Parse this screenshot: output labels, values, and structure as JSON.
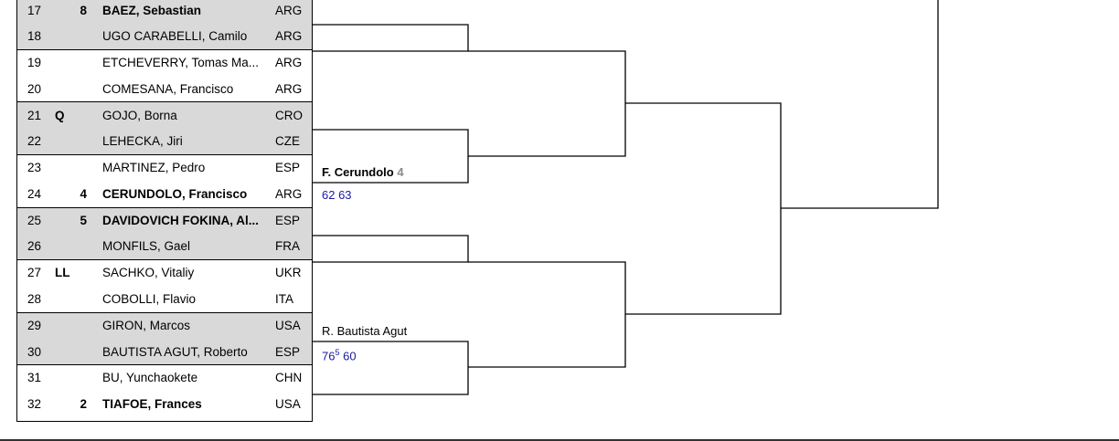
{
  "draw": {
    "rows": [
      {
        "num": "17",
        "seed": "8",
        "name": "BAEZ, Sebastian",
        "country": "ARG",
        "bold": true,
        "shaded": true
      },
      {
        "num": "18",
        "seed": "",
        "name": "UGO CARABELLI, Camilo",
        "country": "ARG",
        "bold": false,
        "shaded": true
      },
      {
        "num": "19",
        "seed": "",
        "name": "ETCHEVERRY, Tomas Ma...",
        "country": "ARG",
        "bold": false,
        "shaded": false
      },
      {
        "num": "20",
        "seed": "",
        "name": "COMESANA, Francisco",
        "country": "ARG",
        "bold": false,
        "shaded": false
      },
      {
        "num": "21",
        "seed": "Q",
        "name": "GOJO, Borna",
        "country": "CRO",
        "bold": false,
        "shaded": true
      },
      {
        "num": "22",
        "seed": "",
        "name": "LEHECKA, Jiri",
        "country": "CZE",
        "bold": false,
        "shaded": true
      },
      {
        "num": "23",
        "seed": "",
        "name": "MARTINEZ, Pedro",
        "country": "ESP",
        "bold": false,
        "shaded": false
      },
      {
        "num": "24",
        "seed": "4",
        "name": "CERUNDOLO, Francisco",
        "country": "ARG",
        "bold": true,
        "shaded": false
      },
      {
        "num": "25",
        "seed": "5",
        "name": "DAVIDOVICH FOKINA, Al...",
        "country": "ESP",
        "bold": true,
        "shaded": true
      },
      {
        "num": "26",
        "seed": "",
        "name": "MONFILS, Gael",
        "country": "FRA",
        "bold": false,
        "shaded": true
      },
      {
        "num": "27",
        "seed": "LL",
        "name": "SACHKO, Vitaliy",
        "country": "UKR",
        "bold": false,
        "shaded": false
      },
      {
        "num": "28",
        "seed": "",
        "name": "COBOLLI, Flavio",
        "country": "ITA",
        "bold": false,
        "shaded": false
      },
      {
        "num": "29",
        "seed": "",
        "name": "GIRON, Marcos",
        "country": "USA",
        "bold": false,
        "shaded": true
      },
      {
        "num": "30",
        "seed": "",
        "name": "BAUTISTA AGUT, Roberto",
        "country": "ESP",
        "bold": false,
        "shaded": true
      },
      {
        "num": "31",
        "seed": "",
        "name": "BU, Yunchaokete",
        "country": "CHN",
        "bold": false,
        "shaded": false
      },
      {
        "num": "32",
        "seed": "2",
        "name": "TIAFOE, Frances",
        "country": "USA",
        "bold": true,
        "shaded": false
      }
    ]
  },
  "results": {
    "r1": {
      "name": "F. Cerundolo",
      "seed": "4",
      "score_main": "62 63",
      "score_sup": "",
      "score_rest": ""
    },
    "r2": {
      "name": "R. Bautista Agut",
      "seed": "",
      "score_main": "76",
      "score_sup": "5",
      "score_rest": " 60"
    }
  },
  "colors": {
    "shaded_row": "#d9d9d9",
    "score": "#1a1aa6",
    "seed_gray": "#8a8a8a"
  }
}
